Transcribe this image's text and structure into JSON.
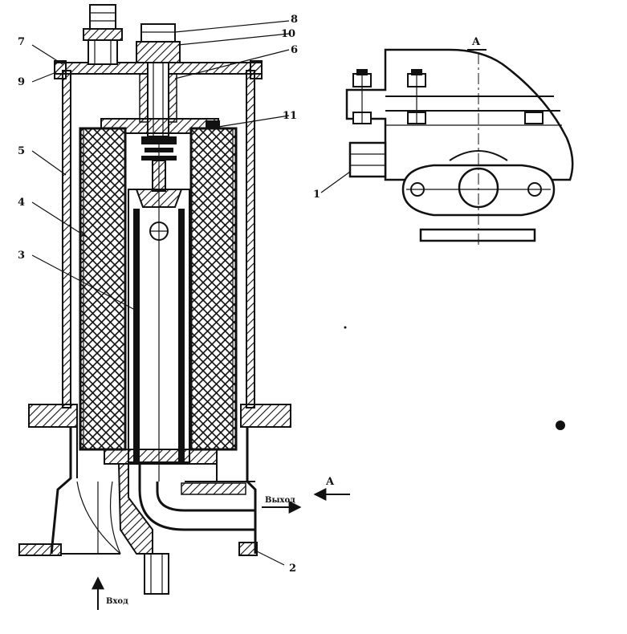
{
  "labels": {
    "l1": "1",
    "l2": "2",
    "l3": "3",
    "l4": "4",
    "l5": "5",
    "l6": "6",
    "l7": "7",
    "l8": "8",
    "l9": "9",
    "l10": "10",
    "l11": "11",
    "section_a_top": "A",
    "arrow_a": "A",
    "outlet": "Выход",
    "inlet": "Вход"
  }
}
